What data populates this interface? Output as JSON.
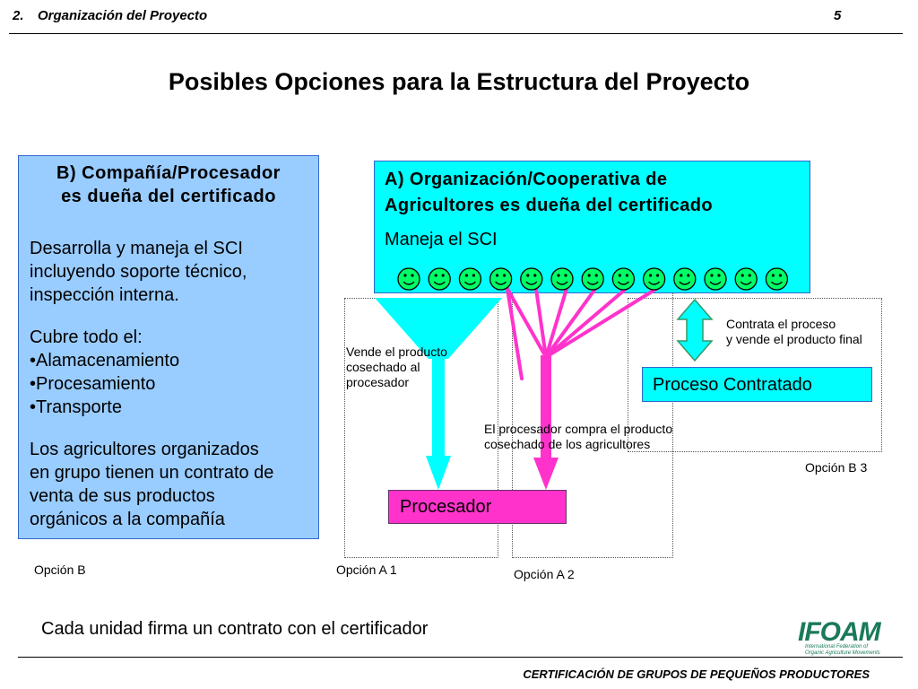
{
  "header": {
    "number": "2.",
    "section": "Organización del Proyecto",
    "page": "5"
  },
  "title": "Posibles Opciones para la Estructura del Proyecto",
  "option_b": {
    "heading_line1": "B) Compañía/Procesador",
    "heading_line2": "es dueña del certificado",
    "p1_line1": "Desarrolla y maneja el SCI",
    "p1_line2": "incluyendo soporte técnico,",
    "p1_line3": "inspección interna.",
    "p2": "Cubre todo el:",
    "bullet1": "•Alamacenamiento",
    "bullet2": "•Procesamiento",
    "bullet3": "•Transporte",
    "p3_line1": "Los agricultores organizados",
    "p3_line2": "en grupo tienen un contrato de",
    "p3_line3": "venta de sus productos",
    "p3_line4": "orgánicos a la compañía",
    "label": "Opción B"
  },
  "option_a": {
    "heading_line1": "A) Organización/Cooperativa de",
    "heading_line2": "Agricultores es dueña del certificado",
    "sub": "Maneja el SCI",
    "farmer_count": 13
  },
  "labels": {
    "a1_line1": "Vende el producto",
    "a1_line2": "cosechado al",
    "a1_line3": "procesador",
    "a2_line1": "El procesador compra el producto",
    "a2_line2": "cosechado de los agricultores",
    "b3_line1": "Contrata el proceso",
    "b3_line2": "y vende el producto final",
    "opcion_a1": "Opción A 1",
    "opcion_a2": "Opción A 2",
    "opcion_b3": "Opción B 3"
  },
  "procesador": "Procesador",
  "proceso_contratado": "Proceso Contratado",
  "footer": {
    "main": "Cada unidad firma un contrato con el certificador",
    "right": "CERTIFICACIÓN DE GRUPOS DE PEQUEÑOS PRODUCTORES",
    "logo_word": "IFOAM",
    "logo_tag_line1": "International Federation of",
    "logo_tag_line2": "Organic Agriculture Movements"
  },
  "colors": {
    "cyan": "#00ffff",
    "magenta": "#ff33cc",
    "light_blue": "#99ccff",
    "logo_green": "#1a7a5a"
  }
}
